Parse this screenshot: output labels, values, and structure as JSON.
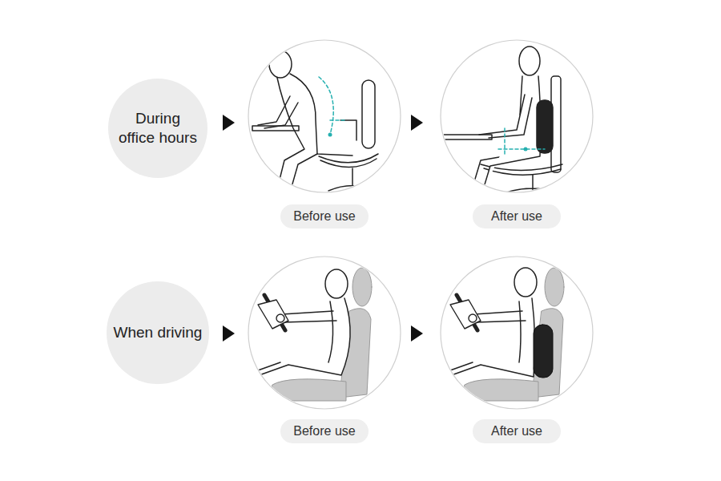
{
  "diagram": {
    "nodes": [
      {
        "text": [
          "During office hours"
        ]
      },
      {
        "text": [
          "Before use"
        ]
      },
      {
        "text": [
          "After use"
        ]
      },
      {
        "text": [
          "When driving"
        ]
      },
      {
        "text": [
          "Before use"
        ]
      },
      {
        "text": [
          "After use"
        ]
      }
    ]
  }
}
